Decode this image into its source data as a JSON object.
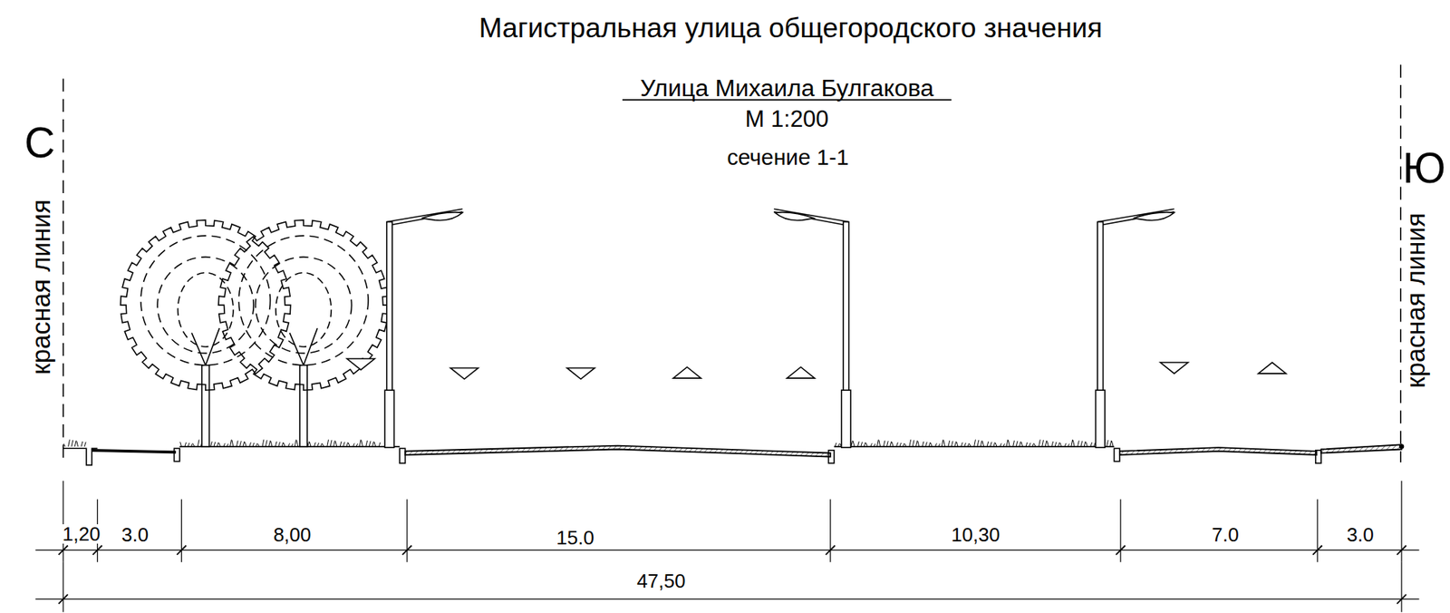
{
  "diagram": {
    "title": "Магистральная улица общегородского значения",
    "labels": [
      "Улица Михаила Булгакова",
      "М 1:200",
      "сечение 1-1",
      "С",
      "Ю",
      "красная линия",
      "красная линия",
      "1,20",
      "3.0",
      "8,00",
      "15.0",
      "10,30",
      "7.0",
      "3.0",
      "47,50"
    ]
  }
}
